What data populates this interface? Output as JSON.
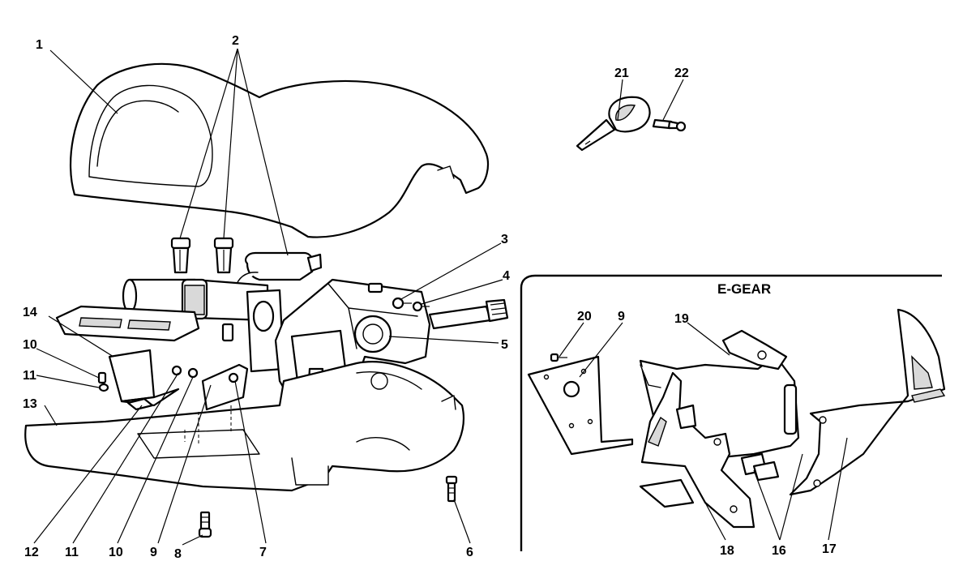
{
  "inset": {
    "title": "E-GEAR"
  },
  "callouts": {
    "c1": "1",
    "c2": "2",
    "c3": "3",
    "c4": "4",
    "c5": "5",
    "c6": "6",
    "c7": "7",
    "c8": "8",
    "c9a": "9",
    "c10a": "10",
    "c11a": "11",
    "c12": "12",
    "c13": "13",
    "c14": "14",
    "c10b": "10",
    "c11b": "11",
    "c9b": "9",
    "c16": "16",
    "c17": "17",
    "c18": "18",
    "c19": "19",
    "c20": "20",
    "c21": "21",
    "c22": "22"
  }
}
